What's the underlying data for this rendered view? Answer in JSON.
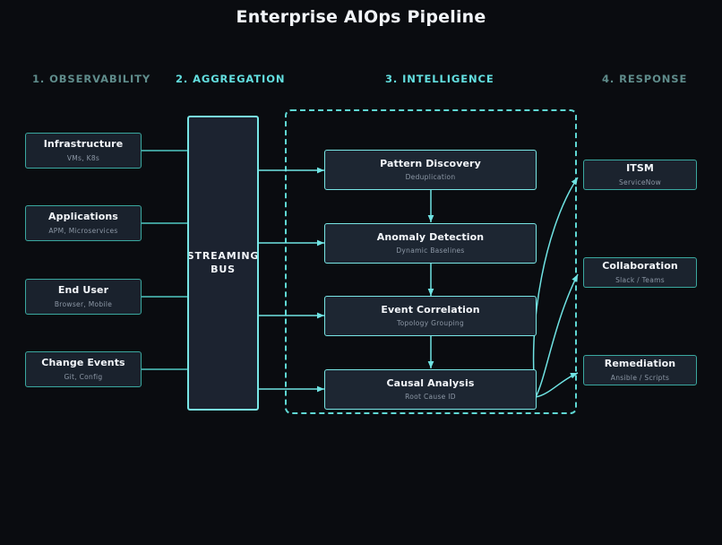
{
  "page": {
    "title": "Enterprise AIOps Pipeline",
    "background": "#0a0c10",
    "accent_bright": "#63dfe0",
    "accent_muted": "#5f8c8b",
    "node_border_teal": "#3aa8a0",
    "node_border_cyan": "#79e6e6",
    "node_fill": "#1b232e",
    "title_color": "#f2f5f9",
    "subtitle_color": "#8c97a5"
  },
  "columns": [
    {
      "label": "1. OBSERVABILITY",
      "tone": "muted"
    },
    {
      "label": "2. AGGREGATION",
      "tone": "bright"
    },
    {
      "label": "3. INTELLIGENCE",
      "tone": "bright"
    },
    {
      "label": "4. RESPONSE",
      "tone": "muted"
    }
  ],
  "observability": {
    "items": [
      {
        "title": "Infrastructure",
        "subtitle": "VMs, K8s"
      },
      {
        "title": "Applications",
        "subtitle": "APM, Microservices"
      },
      {
        "title": "End User",
        "subtitle": "Browser, Mobile"
      },
      {
        "title": "Change Events",
        "subtitle": "Git, Config"
      }
    ]
  },
  "aggregation": {
    "bus": {
      "title": "STREAMING\nBUS",
      "line1": "STREAMING",
      "line2": "BUS"
    }
  },
  "intelligence": {
    "stages": [
      {
        "title": "Pattern Discovery",
        "subtitle": "Deduplication"
      },
      {
        "title": "Anomaly Detection",
        "subtitle": "Dynamic Baselines"
      },
      {
        "title": "Event Correlation",
        "subtitle": "Topology Grouping"
      },
      {
        "title": "Causal Analysis",
        "subtitle": "Root Cause ID"
      }
    ]
  },
  "response": {
    "items": [
      {
        "title": "ITSM",
        "subtitle": "ServiceNow"
      },
      {
        "title": "Collaboration",
        "subtitle": "Slack / Teams"
      },
      {
        "title": "Remediation",
        "subtitle": "Ansible / Scripts"
      }
    ]
  }
}
